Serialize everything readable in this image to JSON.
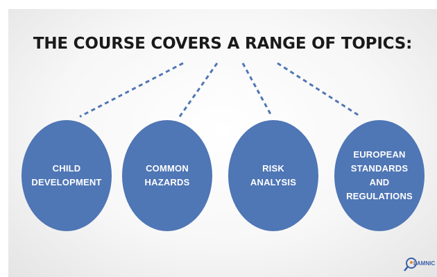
{
  "title": "THE COURSE COVERS A RANGE OF TOPICS:",
  "topics": [
    {
      "label": "CHILD\nDEVELOPMENT"
    },
    {
      "label": "COMMON\nHAZARDS"
    },
    {
      "label": "RISK\nANALYSIS"
    },
    {
      "label": "EUROPEAN\nSTANDARDS\nAND\nREGULATIONS"
    }
  ],
  "logo": {
    "text": "LAMNIC"
  },
  "colors": {
    "circle": "#4f76b5",
    "connector": "#4f76b5",
    "title": "#1a1a1a"
  }
}
